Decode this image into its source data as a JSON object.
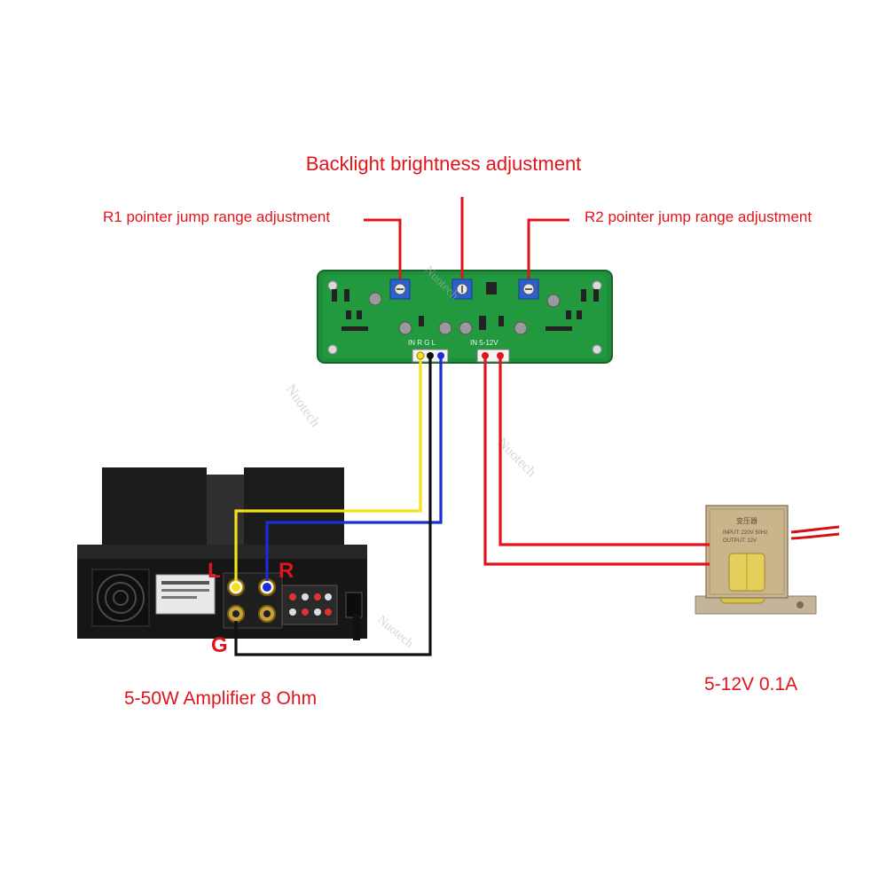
{
  "labels": {
    "backlight": "Backlight brightness adjustment",
    "r1": "R1 pointer jump range adjustment",
    "r2": "R2 pointer jump range adjustment",
    "amplifier": "5-50W Amplifier 8 Ohm",
    "power": "5-12V 0.1A"
  },
  "terminals": {
    "left": "L",
    "right": "R",
    "ground": "G"
  },
  "pcb": {
    "input_header": "IN  R  G  L",
    "power_header": "IN  5-12V"
  },
  "transformer": {
    "label_top": "变压器",
    "label_input": "INPUT: 220V 50Hz",
    "label_output": "OUTPUT: 12V"
  },
  "watermark": "Nuotech",
  "colors": {
    "annotation_red": "#e0141c",
    "wire_yellow": "#f5e11b",
    "wire_blue": "#1a2ed8",
    "wire_black": "#111111",
    "wire_red": "#e0141c",
    "pcb_green": "#1f8f3a"
  }
}
